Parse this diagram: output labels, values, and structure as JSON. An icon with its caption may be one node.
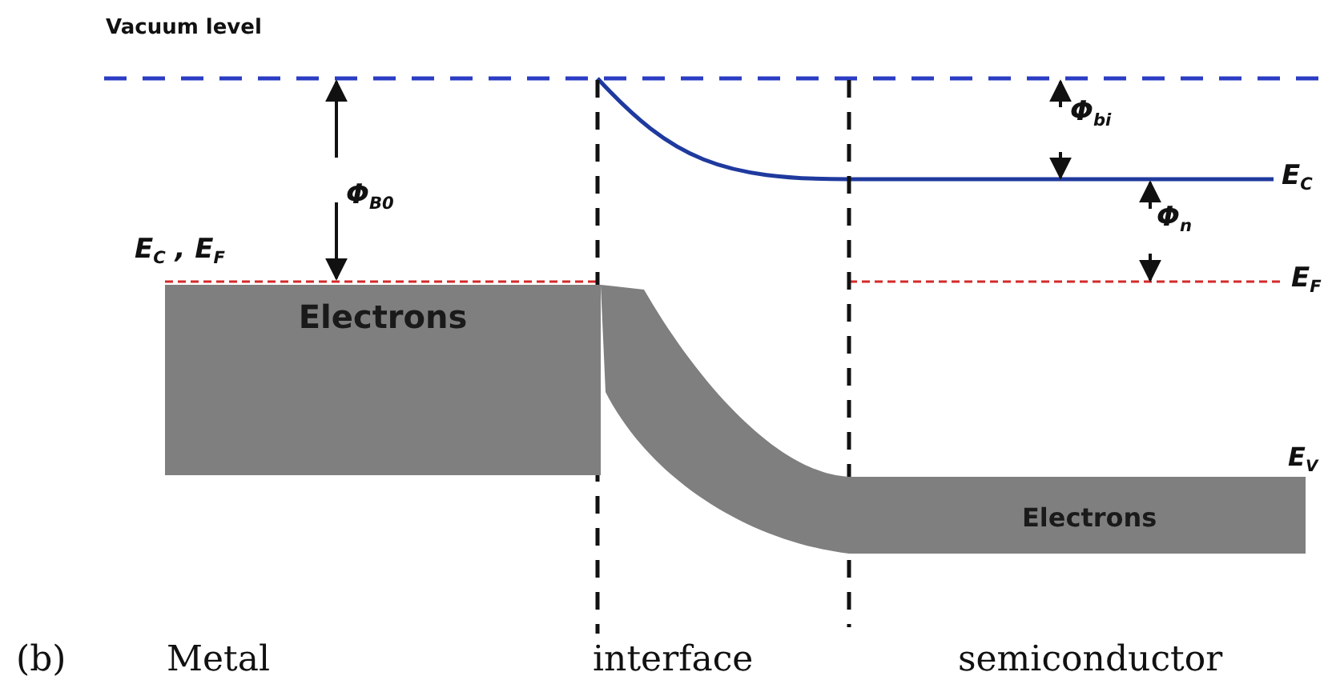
{
  "diagram": {
    "nodes": [
      {
        "text": [
          "Electrons"
        ]
      },
      {
        "text": [
          "Electrons"
        ]
      }
    ],
    "labels": [
      "Vacuum level",
      "Φ$_{B0}$",
      "E$_{C}$ , E$_{F}$",
      "Φ$_{bi}$",
      "E$_{C}$",
      "Φ$_{n}$",
      "E$_{F}$",
      "E$_{V}$",
      "(b)",
      "Metal",
      "interface",
      "semiconductor"
    ]
  }
}
